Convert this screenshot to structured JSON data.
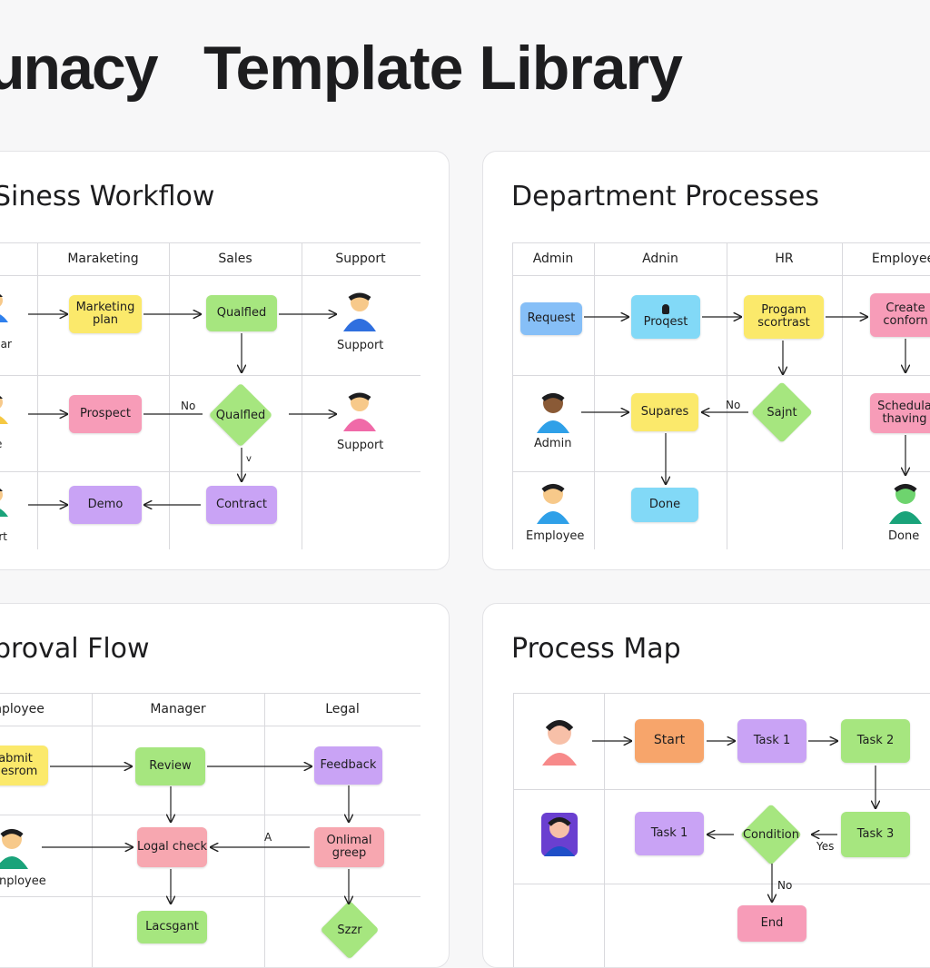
{
  "header": {
    "brand": "unacy",
    "title": "Template Library"
  },
  "cards": {
    "business": {
      "title": "Siness Workflow",
      "columns": [
        "Maraketing",
        "Sales",
        "Support"
      ],
      "people": [
        "gar",
        "e",
        "ort"
      ],
      "support_labels": [
        "Support",
        "Support"
      ],
      "nodes": {
        "marketing_plan": "Marketing plan",
        "qualified1": "Qualfled",
        "prospect": "Prospect",
        "qualified2": "Qualfled",
        "demo": "Demo",
        "contract": "Contract"
      },
      "edge_labels": {
        "no": "No",
        "v": "v"
      }
    },
    "department": {
      "title": "Department Processes",
      "columns": [
        "Admin",
        "Adnin",
        "HR",
        "Employee"
      ],
      "people": {
        "admin": "Admin",
        "employee": "Employee",
        "done": "Done"
      },
      "nodes": {
        "request": "Request",
        "proqest": "Proqest",
        "program": "Progam scortrast",
        "create": "Create conforn",
        "supares": "Supares",
        "sajnt": "Sajnt",
        "schedule": "Schedula thaving",
        "done": "Done"
      },
      "edge_labels": {
        "no": "No"
      }
    },
    "approval": {
      "title": "proval Flow",
      "columns": [
        "nployee",
        "Manager",
        "Legal"
      ],
      "people": {
        "employee": "nployee"
      },
      "nodes": {
        "submit": "abmit nesrom",
        "review": "Review",
        "feedback": "Feedback",
        "legal_check": "Logal check",
        "onlimal": "Onlimal greep",
        "lacsgnt": "Lacsgant",
        "szzr": "Szzr"
      },
      "edge_labels": {
        "a": "A"
      }
    },
    "process": {
      "title": "Process Map",
      "nodes": {
        "start": "Start",
        "task1a": "Task 1",
        "task2": "Task 2",
        "task1b": "Task 1",
        "condition": "Condition",
        "task3": "Task 3",
        "end": "End"
      },
      "edge_labels": {
        "yes": "Yes",
        "no": "No"
      }
    }
  },
  "colors": {
    "yellow": "#fbe96b",
    "green": "#a6e67f",
    "pink": "#f79cb8",
    "purple": "#c9a3f5",
    "blue": "#86bff7",
    "cyan": "#82d9f7",
    "orange": "#f7a56b"
  }
}
